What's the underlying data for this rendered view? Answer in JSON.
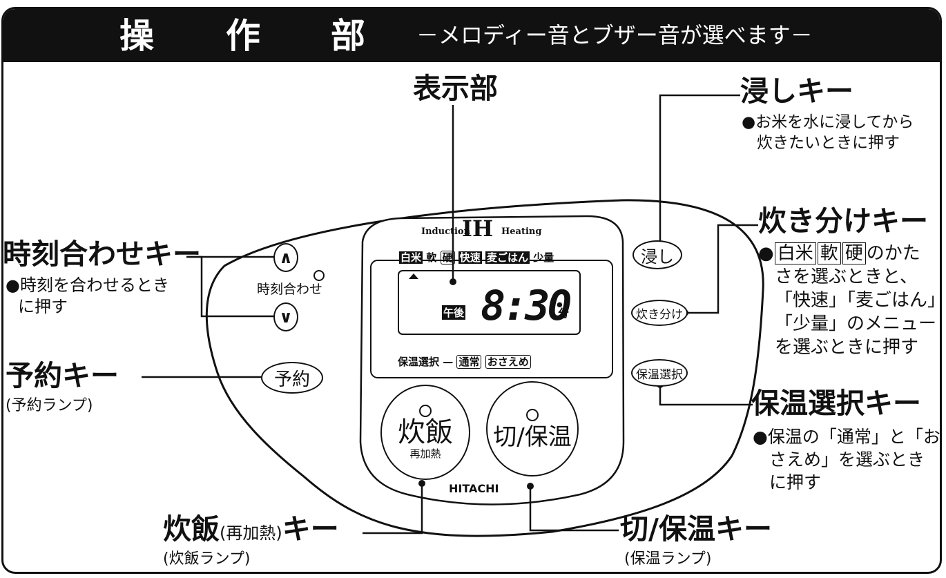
{
  "header": {
    "title_chars": [
      "操",
      "作",
      "部"
    ],
    "subtitle": "－メロディー音とブザー音が選べます－"
  },
  "labels": {
    "display": "表示部",
    "soak_key": "浸しキー",
    "soak_desc": [
      "●お米を水に浸してから",
      "炊きたいときに押す"
    ],
    "time_key": "時刻合わせキー",
    "time_desc": [
      "●時刻を合わせるとき",
      "に押す"
    ],
    "menu_key": "炊き分けキー",
    "menu_desc": {
      "bullet": "●",
      "opt1": "白米",
      "opt2": "軟",
      "opt3": "硬",
      "tail1": "のかた",
      "lines": [
        "さを選ぶときと、",
        "「快速」「麦ごはん」",
        "「少量」のメニュー",
        "を選ぶときに押す"
      ]
    },
    "timer_key": "予約キー",
    "timer_lamp": "(予約ランプ)",
    "keepwarm_key": "保温選択キー",
    "keepwarm_desc": [
      "●保温の「通常」と「お",
      "さえめ」を選ぶとき",
      "に押す"
    ],
    "cook_key_main": "炊飯",
    "cook_key_paren": "(再加熱)",
    "cook_key_suffix": "キー",
    "cook_lamp": "(炊飯ランプ)",
    "off_key": "切/保温キー",
    "off_lamp": "(保温ランプ)"
  },
  "panel": {
    "brand_left": "Induction",
    "brand_ih": "IH",
    "brand_right": "Heating",
    "menu_row": [
      "白米",
      "軟",
      "硬",
      "快速",
      "麦ごはん",
      "少量"
    ],
    "pm": "午後",
    "time": "8:30",
    "minute": "分",
    "keepwarm_row": [
      "保温選択",
      "通常",
      "おさえめ"
    ],
    "time_label": "時刻合わせ",
    "up_arrow": "∧",
    "down_arrow": "∨",
    "btn_soak": "浸し",
    "btn_menu": "炊き分け",
    "btn_keepwarm": "保温選択",
    "btn_timer": "予約",
    "btn_cook": "炊飯",
    "btn_cook_sub": "再加熱",
    "btn_off": "切/保温",
    "maker": "HITACHI"
  }
}
